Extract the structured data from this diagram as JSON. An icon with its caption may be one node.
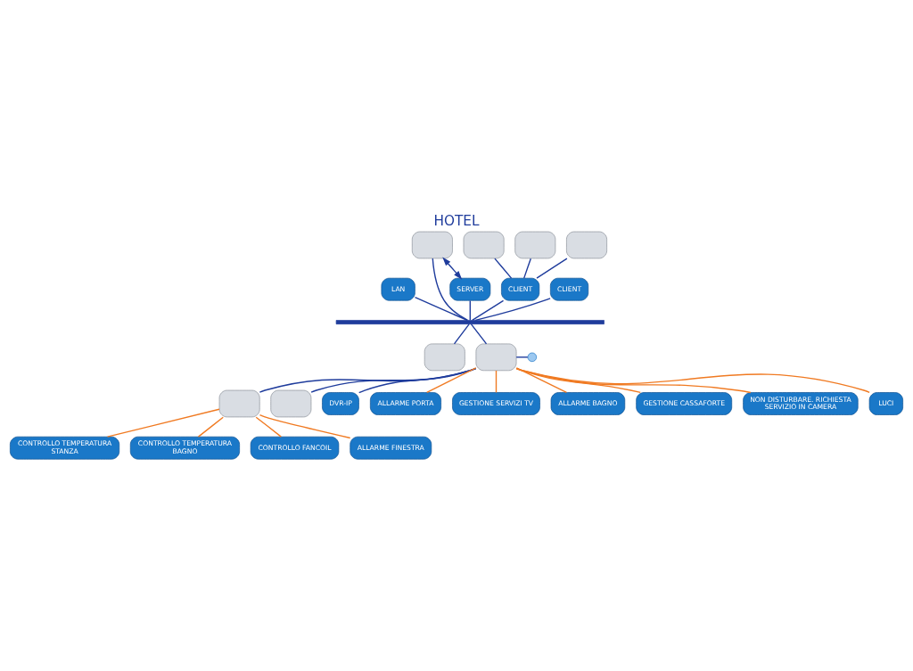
{
  "diagram": {
    "title": "HOTEL",
    "nodes": [
      {
        "text": [
          "LAN"
        ]
      },
      {
        "text": [],
        "shape": "bar"
      },
      {
        "text": [],
        "shape": "box"
      },
      {
        "text": [
          "SERVER"
        ]
      },
      {
        "text": [],
        "shape": "box"
      },
      {
        "text": [],
        "shape": "box"
      },
      {
        "text": [],
        "shape": "box"
      },
      {
        "text": [
          "CLIENT"
        ]
      },
      {
        "text": [
          "CLIENT"
        ]
      },
      {
        "text": [],
        "shape": "box"
      },
      {
        "text": [],
        "shape": "box"
      },
      {
        "text": [],
        "shape": "box"
      },
      {
        "text": [],
        "shape": "box"
      },
      {
        "text": [
          "DVR-IP"
        ]
      },
      {
        "text": [
          "CONTROLLO TEMPERATURA STANZA"
        ]
      },
      {
        "text": [
          "CONTROLLO TEMPERATURA BAGNO"
        ]
      },
      {
        "text": [
          "CONTROLLO FANCOIL"
        ]
      },
      {
        "text": [
          "ALLARME FINESTRA"
        ]
      },
      {
        "text": [
          "ALLARME PORTA"
        ]
      },
      {
        "text": [
          "GESTIONE SERVIZI TV"
        ]
      },
      {
        "text": [
          "ALLARME BAGNO"
        ]
      },
      {
        "text": [
          "GESTIONE CASSAFORTE"
        ]
      },
      {
        "text": [
          "NON DISTURBARE. RICHIESTA SERVIZIO IN CAMERA"
        ]
      },
      {
        "text": [
          "LUCI"
        ]
      }
    ],
    "edges": [
      {
        "from": 0,
        "to": 1,
        "arrow": "none"
      },
      {
        "from": 2,
        "to": 1,
        "arrow": "none"
      },
      {
        "from": 3,
        "to": 1,
        "arrow": "none"
      },
      {
        "from": 2,
        "to": 3,
        "arrow": "both"
      },
      {
        "from": 4,
        "to": 7,
        "arrow": "none"
      },
      {
        "from": 5,
        "to": 7,
        "arrow": "none"
      },
      {
        "from": 6,
        "to": 7,
        "arrow": "none"
      },
      {
        "from": 7,
        "to": 1,
        "arrow": "none"
      },
      {
        "from": 8,
        "to": 1,
        "arrow": "none"
      },
      {
        "from": 1,
        "to": 9,
        "arrow": "none"
      },
      {
        "from": 1,
        "to": 10,
        "arrow": "none"
      },
      {
        "from": 10,
        "to": null,
        "arrow": "none"
      },
      {
        "from": 10,
        "to": 11,
        "arrow": "none"
      },
      {
        "from": 10,
        "to": 12,
        "arrow": "none"
      },
      {
        "from": 10,
        "to": 13,
        "arrow": "none"
      },
      {
        "from": 11,
        "to": 14,
        "arrow": "none",
        "color": "#f07a22"
      },
      {
        "from": 11,
        "to": 15,
        "arrow": "none",
        "color": "#f07a22"
      },
      {
        "from": 11,
        "to": 16,
        "arrow": "none",
        "color": "#f07a22"
      },
      {
        "from": 11,
        "to": 17,
        "arrow": "none",
        "color": "#f07a22"
      },
      {
        "from": 10,
        "to": 18,
        "arrow": "none",
        "color": "#f07a22"
      },
      {
        "from": 10,
        "to": 19,
        "arrow": "none",
        "color": "#f07a22"
      },
      {
        "from": 10,
        "to": 20,
        "arrow": "none",
        "color": "#f07a22"
      },
      {
        "from": 10,
        "to": 21,
        "arrow": "none",
        "color": "#f07a22"
      },
      {
        "from": 10,
        "to": 22,
        "arrow": "none",
        "color": "#f07a22"
      },
      {
        "from": 10,
        "to": 23,
        "arrow": "none",
        "color": "#f07a22"
      }
    ]
  }
}
